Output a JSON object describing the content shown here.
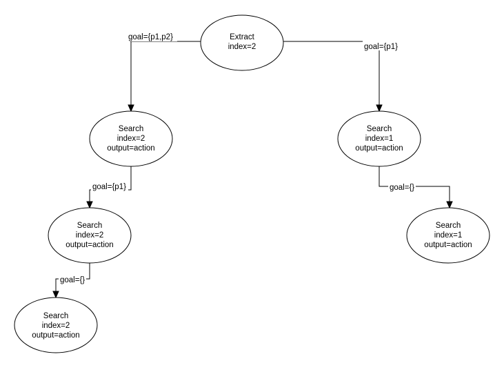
{
  "nodes": {
    "root": {
      "lines": [
        "Extract",
        "index=2"
      ]
    },
    "l1": {
      "lines": [
        "Search",
        "index=2",
        "output=action"
      ]
    },
    "l2": {
      "lines": [
        "Search",
        "index=2",
        "output=action"
      ]
    },
    "l3": {
      "lines": [
        "Search",
        "index=2",
        "output=action"
      ]
    },
    "r1": {
      "lines": [
        "Search",
        "index=1",
        "output=action"
      ]
    },
    "r2": {
      "lines": [
        "Search",
        "index=1",
        "output=action"
      ]
    }
  },
  "edges": {
    "root_l1": {
      "label": "goal={p1,p2}"
    },
    "root_r1": {
      "label": "goal={p1}"
    },
    "l1_l2": {
      "label": "goal={p1}"
    },
    "l2_l3": {
      "label": "goal={}"
    },
    "r1_r2": {
      "label": "goal={}"
    }
  }
}
